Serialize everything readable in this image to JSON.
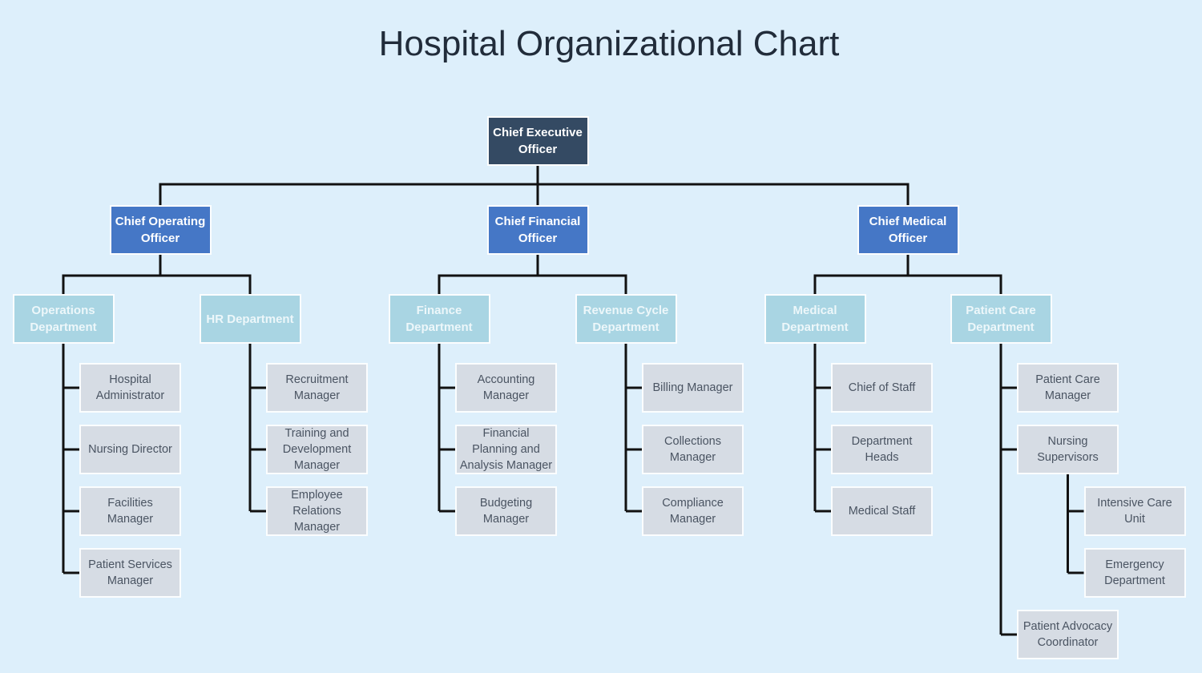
{
  "title": "Hospital Organizational Chart",
  "colors": {
    "background": "#ddeffb",
    "level1_fill": "#344a63",
    "level2_fill": "#4577c6",
    "level3_fill": "#a9d5e3",
    "leaf_fill": "#d6dce4",
    "leaf_text": "#4a5462",
    "box_border": "#fbfdfe",
    "connector": "#111111",
    "title_text": "#212c3a"
  },
  "org_tree": {
    "label": "Chief Executive Officer",
    "children": [
      {
        "label": "Chief Operating Officer",
        "children": [
          {
            "label": "Operations Department",
            "children": [
              {
                "label": "Hospital Administrator"
              },
              {
                "label": "Nursing Director"
              },
              {
                "label": "Facilities Manager"
              },
              {
                "label": "Patient Services Manager"
              }
            ]
          },
          {
            "label": "HR Department",
            "children": [
              {
                "label": "Recruitment Manager"
              },
              {
                "label": "Training and Development Manager"
              },
              {
                "label": "Employee Relations Manager"
              }
            ]
          }
        ]
      },
      {
        "label": "Chief Financial Officer",
        "children": [
          {
            "label": "Finance Department",
            "children": [
              {
                "label": "Accounting Manager"
              },
              {
                "label": "Financial Planning and Analysis Manager"
              },
              {
                "label": "Budgeting Manager"
              }
            ]
          },
          {
            "label": "Revenue Cycle Department",
            "children": [
              {
                "label": "Billing Manager"
              },
              {
                "label": "Collections Manager"
              },
              {
                "label": "Compliance Manager"
              }
            ]
          }
        ]
      },
      {
        "label": "Chief Medical Officer",
        "children": [
          {
            "label": "Medical Department",
            "children": [
              {
                "label": "Chief of Staff"
              },
              {
                "label": "Department Heads"
              },
              {
                "label": "Medical Staff"
              }
            ]
          },
          {
            "label": "Patient Care Department",
            "children": [
              {
                "label": "Patient Care Manager"
              },
              {
                "label": "Nursing Supervisors",
                "children": [
                  {
                    "label": "Intensive Care Unit"
                  },
                  {
                    "label": "Emergency Department"
                  }
                ]
              },
              {
                "label": "Patient Advocacy Coordinator"
              }
            ]
          }
        ]
      }
    ]
  }
}
